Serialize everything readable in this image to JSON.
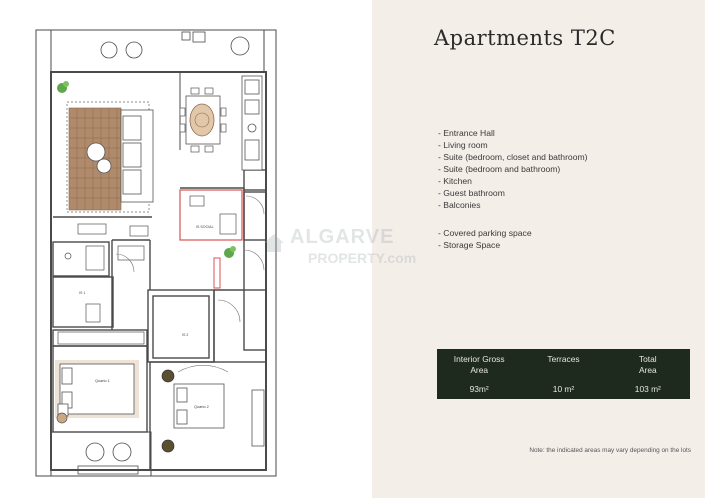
{
  "title": "Apartments T2C",
  "features": [
    "- Entrance Hall",
    "- Living room",
    "- Suite (bedroom, closet and bathroom)",
    "- Suite (bedroom and bathroom)",
    "- Kitchen",
    "- Guest bathroom",
    "- Balconies"
  ],
  "extras": [
    "- Covered parking space",
    "- Storage Space"
  ],
  "areas": {
    "headers": [
      "Interior Gross\nArea",
      "Terraces",
      "Total\nArea"
    ],
    "values": [
      "93m²",
      "10 m²",
      "103 m²"
    ]
  },
  "note": "Note: the indicated areas may vary depending on the lots",
  "watermark": {
    "line1": "ALGARVE",
    "line2": "PROPERTY.com"
  },
  "plan_labels": {
    "wc_social": "IS SOCIAL",
    "wc1": "IS 1",
    "wc2": "IS 2",
    "bedroom1": "Quarto 1",
    "bedroom2": "Quarto 2"
  },
  "colors": {
    "panel_bg": "#f4eee9",
    "table_bg": "#1f2a1f",
    "wall": "#4a4a4a",
    "wood": "#b08a6a",
    "highlight": "#d9534f",
    "plant": "#5da84a"
  }
}
